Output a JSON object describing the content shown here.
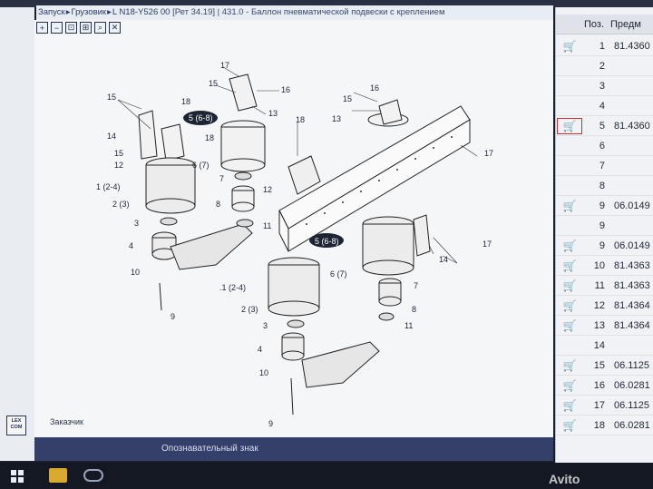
{
  "breadcrumb": {
    "items": [
      "Запуск",
      "Грузовик",
      "L N18-Y526 00"
    ],
    "ref": "[Рет 34.19]",
    "title": "| 431.0 - Баллон пневматической подвески с креплением"
  },
  "toolbar": {
    "buttons": [
      "zoom-in",
      "zoom-out",
      "zoom-fit",
      "zoom-window",
      "search",
      "reset"
    ]
  },
  "parts_table": {
    "headers": {
      "pos": "Поз.",
      "pred": "Предм"
    },
    "rows": [
      {
        "pos": "1",
        "num": "81.4360",
        "cart": true,
        "selected": false
      },
      {
        "pos": "2",
        "num": "",
        "cart": false,
        "selected": false
      },
      {
        "pos": "3",
        "num": "",
        "cart": false,
        "selected": false
      },
      {
        "pos": "4",
        "num": "",
        "cart": false,
        "selected": false
      },
      {
        "pos": "5",
        "num": "81.4360",
        "cart": true,
        "selected": true
      },
      {
        "pos": "6",
        "num": "",
        "cart": false,
        "selected": false
      },
      {
        "pos": "7",
        "num": "",
        "cart": false,
        "selected": false
      },
      {
        "pos": "8",
        "num": "",
        "cart": false,
        "selected": false
      },
      {
        "pos": "9",
        "num": "06.0149",
        "cart": true,
        "selected": false
      },
      {
        "pos": "9",
        "num": "",
        "cart": false,
        "selected": false
      },
      {
        "pos": "9",
        "num": "06.0149",
        "cart": true,
        "selected": false
      },
      {
        "pos": "10",
        "num": "81.4363",
        "cart": true,
        "selected": false
      },
      {
        "pos": "11",
        "num": "81.4363",
        "cart": true,
        "selected": false
      },
      {
        "pos": "12",
        "num": "81.4364",
        "cart": true,
        "selected": false
      },
      {
        "pos": "13",
        "num": "81.4364",
        "cart": true,
        "selected": false
      },
      {
        "pos": "14",
        "num": "",
        "cart": false,
        "selected": false
      },
      {
        "pos": "15",
        "num": "06.1125",
        "cart": true,
        "selected": false
      },
      {
        "pos": "16",
        "num": "06.0281",
        "cart": true,
        "selected": false
      },
      {
        "pos": "17",
        "num": "06.1125",
        "cart": true,
        "selected": false
      },
      {
        "pos": "18",
        "num": "06.0281",
        "cart": true,
        "selected": false
      }
    ]
  },
  "diagram": {
    "labels": [
      "17",
      "15",
      "16",
      "13",
      "18",
      "17",
      "14",
      "12",
      "15",
      "1 (2-4)",
      "2 (3)",
      "3",
      "4",
      "10",
      "9",
      "5 (6-8)",
      "6 (7)",
      "7",
      "8",
      "11",
      "12",
      "18",
      "5 (6-8)",
      "16",
      "15",
      "13",
      "17",
      "14",
      "17",
      ".1 (2-4)",
      "2 (3)",
      "3",
      "4",
      "10",
      "9",
      "6 (7)",
      "7",
      "8",
      "11"
    ]
  },
  "status": {
    "logo": "LEX COM",
    "customer": "Заказчик",
    "ident": "Опознавательный знак"
  },
  "watermark": "Avito"
}
